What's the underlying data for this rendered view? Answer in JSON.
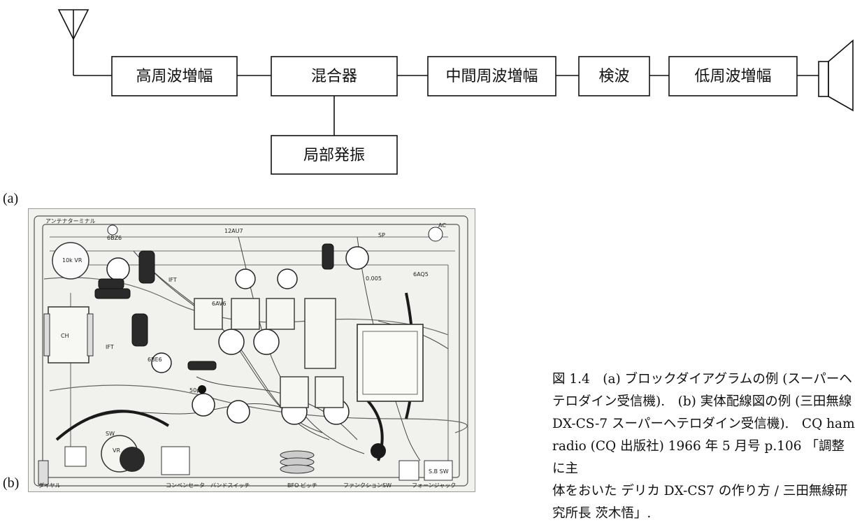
{
  "panel_a": {
    "label": "(a)",
    "blocks": {
      "rf_amp": "高周波増幅",
      "mixer": "混合器",
      "local_osc": "局部発振",
      "if_amp": "中間周波増幅",
      "detector": "検波",
      "af_amp": "低周波増幅"
    }
  },
  "panel_b": {
    "label": "(b)",
    "photo_labels": {
      "antenna_terminal": "アンテナターミナル",
      "tube_12au7": "12AU7",
      "tube_6bz6": "6BZ6",
      "tube_6av6": "6AV6",
      "tube_6aq5": "6AQ5",
      "tube_6be6": "6BE6",
      "ift_top": "IFT",
      "ift_mid": "IFT",
      "ch": "CH",
      "vr": "10k VR",
      "ac": "AC",
      "sp": "SP",
      "cap_0005": "0.005",
      "cap_50p": "50p",
      "dial": "ダイヤル",
      "compensator": "コンペンセータ",
      "band_switch": "バンドスイッチ",
      "bfo": "BFO ピッチ",
      "function_sw": "ファンクションSW",
      "phone_jack": "フォーンジャック",
      "sw": "SW",
      "sb_sw": "S.B SW",
      "bottom_vr": "VR"
    }
  },
  "caption": {
    "lines": [
      "図 1.4　(a) ブロックダイアグラムの例 (スーパーヘ",
      "テロダイン受信機).　(b) 実体配線図の例 (三田無線",
      "DX-CS-7 スーパーヘテロダイン受信機).　CQ ham",
      "radio (CQ 出版社) 1966 年 5 月号 p.106 「調整に主",
      "体をおいた デリカ DX-CS7 の作り方 / 三田無線研",
      "究所長 茨木悟」."
    ]
  },
  "colors": {
    "line": "#111111",
    "photo_bg": "#f1f1ee",
    "tube_dark": "#2a2a2a"
  }
}
